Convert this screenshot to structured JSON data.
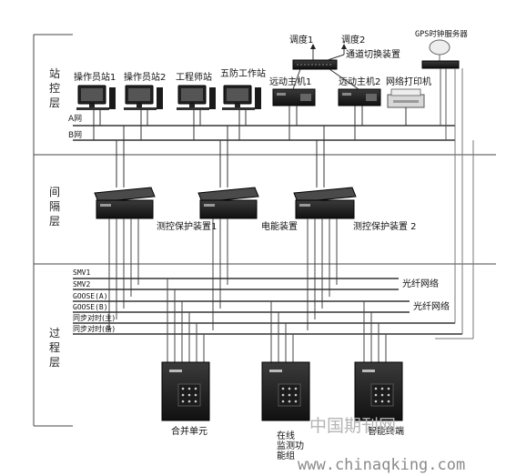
{
  "layers": {
    "station": "站控层",
    "bay": "间隔层",
    "process": "过程层"
  },
  "networks": {
    "a_net": "A网",
    "b_net": "B网",
    "smv1": "SMV1",
    "smv2": "SMV2",
    "goose_a": "GOOSE(A)",
    "goose_b": "GOOSE(B)",
    "sync_main": "同步对时(主)",
    "sync_backup": "同步对时(备)",
    "fiber_1": "光纤网络",
    "fiber_2": "光纤网络"
  },
  "station_devices": {
    "op1": "操作员站1",
    "op2": "操作员站2",
    "eng": "工程师站",
    "wufang": "五防工作站",
    "remote1": "远动主机1",
    "remote2": "远动主机2",
    "printer": "网络打印机",
    "dispatch1": "调度1",
    "dispatch2": "调度2",
    "switch": "通道切换装置",
    "gps": "GPS时钟服务器"
  },
  "bay_devices": {
    "prot1": "测控保护装置1",
    "meter": "电能装置",
    "prot2": "测控保护装置 2"
  },
  "process_devices": {
    "merge": "合并单元",
    "monitor": "在线监测功能组",
    "smart": "智能终端"
  },
  "watermark": {
    "cn": "中国期刊网",
    "url": "www.chinaqking.com"
  }
}
